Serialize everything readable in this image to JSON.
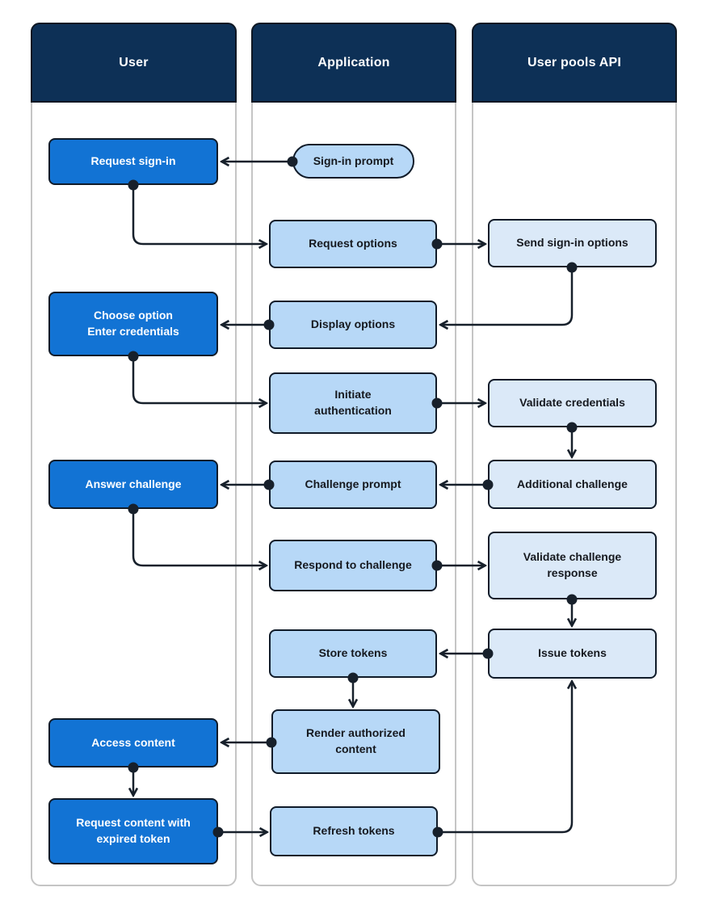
{
  "lanes": [
    {
      "id": "user",
      "label": "User"
    },
    {
      "id": "application",
      "label": "Application"
    },
    {
      "id": "user_pools_api",
      "label": "User pools API"
    }
  ],
  "nodes": {
    "request_sign_in": {
      "label": "Request sign-in",
      "lane": "User",
      "shape": "rect"
    },
    "choose_option": {
      "label": "Choose option\nEnter credentials",
      "lane": "User",
      "shape": "rect"
    },
    "answer_challenge": {
      "label": "Answer challenge",
      "lane": "User",
      "shape": "rect"
    },
    "access_content": {
      "label": "Access content",
      "lane": "User",
      "shape": "rect"
    },
    "request_content_expired": {
      "label": "Request content with\nexpired token",
      "lane": "User",
      "shape": "rect"
    },
    "sign_in_prompt": {
      "label": "Sign-in prompt",
      "lane": "Application",
      "shape": "stadium"
    },
    "request_options": {
      "label": "Request options",
      "lane": "Application",
      "shape": "rect"
    },
    "display_options": {
      "label": "Display options",
      "lane": "Application",
      "shape": "rect"
    },
    "initiate_authentication": {
      "label": "Initiate\nauthentication",
      "lane": "Application",
      "shape": "rect"
    },
    "challenge_prompt": {
      "label": "Challenge prompt",
      "lane": "Application",
      "shape": "rect"
    },
    "respond_to_challenge": {
      "label": "Respond to challenge",
      "lane": "Application",
      "shape": "rect"
    },
    "store_tokens": {
      "label": "Store tokens",
      "lane": "Application",
      "shape": "rect"
    },
    "render_authorized_content": {
      "label": "Render authorized\ncontent",
      "lane": "Application",
      "shape": "rect"
    },
    "refresh_tokens": {
      "label": "Refresh tokens",
      "lane": "Application",
      "shape": "rect"
    },
    "send_sign_in_options": {
      "label": "Send sign-in options",
      "lane": "User pools API",
      "shape": "rect"
    },
    "validate_credentials": {
      "label": "Validate credentials",
      "lane": "User pools API",
      "shape": "rect"
    },
    "additional_challenge": {
      "label": "Additional challenge",
      "lane": "User pools API",
      "shape": "rect"
    },
    "validate_challenge_response": {
      "label": "Validate challenge\nresponse",
      "lane": "User pools API",
      "shape": "rect"
    },
    "issue_tokens": {
      "label": "Issue tokens",
      "lane": "User pools API",
      "shape": "rect"
    }
  },
  "edges": [
    {
      "from": "sign_in_prompt",
      "to": "request_sign_in"
    },
    {
      "from": "request_sign_in",
      "to": "request_options"
    },
    {
      "from": "request_options",
      "to": "send_sign_in_options"
    },
    {
      "from": "send_sign_in_options",
      "to": "display_options"
    },
    {
      "from": "display_options",
      "to": "choose_option"
    },
    {
      "from": "choose_option",
      "to": "initiate_authentication"
    },
    {
      "from": "initiate_authentication",
      "to": "validate_credentials"
    },
    {
      "from": "validate_credentials",
      "to": "additional_challenge"
    },
    {
      "from": "additional_challenge",
      "to": "challenge_prompt"
    },
    {
      "from": "challenge_prompt",
      "to": "answer_challenge"
    },
    {
      "from": "answer_challenge",
      "to": "respond_to_challenge"
    },
    {
      "from": "respond_to_challenge",
      "to": "validate_challenge_response"
    },
    {
      "from": "validate_challenge_response",
      "to": "issue_tokens"
    },
    {
      "from": "issue_tokens",
      "to": "store_tokens"
    },
    {
      "from": "store_tokens",
      "to": "render_authorized_content"
    },
    {
      "from": "render_authorized_content",
      "to": "access_content"
    },
    {
      "from": "access_content",
      "to": "request_content_expired"
    },
    {
      "from": "request_content_expired",
      "to": "refresh_tokens"
    },
    {
      "from": "refresh_tokens",
      "to": "issue_tokens"
    }
  ],
  "colors": {
    "lane_header_bg": "#0d3056",
    "lane_border": "#c5c5c5",
    "user_node_bg": "#1273d4",
    "application_node_bg": "#b7d8f7",
    "api_node_bg": "#dbe9f8",
    "node_border": "#101b29",
    "arrow": "#17202b",
    "text_on_dark": "#ffffff",
    "text_on_light": "#16191f"
  }
}
